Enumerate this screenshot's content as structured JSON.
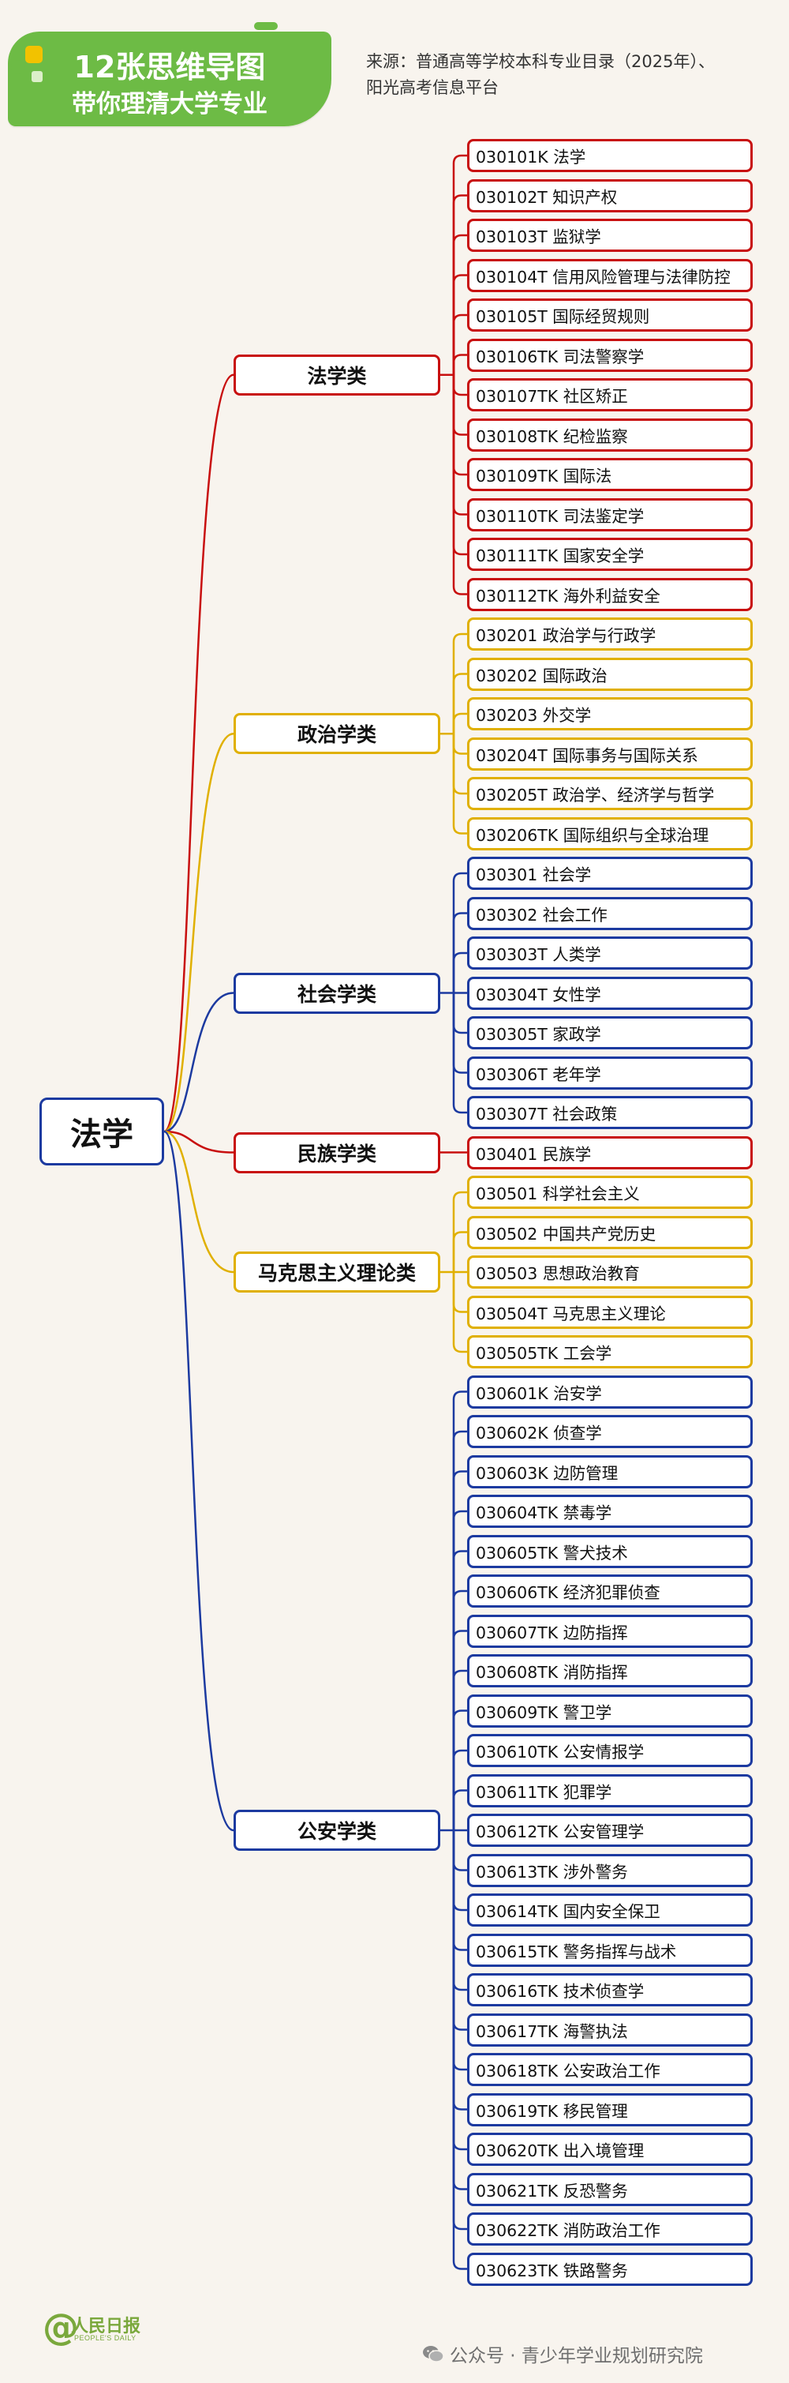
{
  "header": {
    "badge_line1": "12张思维导图",
    "badge_line2": "带你理清大学专业",
    "source_line1": "来源：普通高等学校本科专业目录（2025年）、",
    "source_line2": "阳光高考信息平台"
  },
  "colors": {
    "red": "#c80f0f",
    "yellow": "#e0b000",
    "blue": "#1c3aa0",
    "badge_green": "#6dbb45",
    "background": "#f8f4ee"
  },
  "mindmap": {
    "root": "法学",
    "categories": [
      {
        "name": "法学类",
        "color": "red",
        "items": [
          "030101K 法学",
          "030102T 知识产权",
          "030103T 监狱学",
          "030104T 信用风险管理与法律防控",
          "030105T 国际经贸规则",
          "030106TK 司法警察学",
          "030107TK 社区矫正",
          "030108TK 纪检监察",
          "030109TK 国际法",
          "030110TK 司法鉴定学",
          "030111TK 国家安全学",
          "030112TK 海外利益安全"
        ]
      },
      {
        "name": "政治学类",
        "color": "yellow",
        "items": [
          "030201 政治学与行政学",
          "030202 国际政治",
          "030203 外交学",
          "030204T 国际事务与国际关系",
          "030205T 政治学、经济学与哲学",
          "030206TK 国际组织与全球治理"
        ]
      },
      {
        "name": "社会学类",
        "color": "blue",
        "items": [
          "030301 社会学",
          "030302 社会工作",
          "030303T 人类学",
          "030304T 女性学",
          "030305T 家政学",
          "030306T 老年学",
          "030307T 社会政策"
        ]
      },
      {
        "name": "民族学类",
        "color": "red",
        "items": [
          "030401 民族学"
        ]
      },
      {
        "name": "马克思主义理论类",
        "color": "yellow",
        "items": [
          "030501 科学社会主义",
          "030502 中国共产党历史",
          "030503 思想政治教育",
          "030504T 马克思主义理论",
          "030505TK 工会学"
        ]
      },
      {
        "name": "公安学类",
        "color": "blue",
        "items": [
          "030601K 治安学",
          "030602K 侦查学",
          "030603K 边防管理",
          "030604TK 禁毒学",
          "030605TK 警犬技术",
          "030606TK 经济犯罪侦查",
          "030607TK 边防指挥",
          "030608TK 消防指挥",
          "030609TK 警卫学",
          "030610TK 公安情报学",
          "030611TK 犯罪学",
          "030612TK 公安管理学",
          "030613TK 涉外警务",
          "030614TK 国内安全保卫",
          "030615TK 警务指挥与战术",
          "030616TK 技术侦查学",
          "030617TK 海警执法",
          "030618TK 公安政治工作",
          "030619TK 移民管理",
          "030620TK 出入境管理",
          "030621TK 反恐警务",
          "030622TK 消防政治工作",
          "030623TK 铁路警务"
        ]
      }
    ]
  },
  "footer": {
    "logo_cn": "人民日报",
    "logo_en": "PEOPLE'S DAILY",
    "wechat_text": "公众号 · 青少年学业规划研究院"
  }
}
